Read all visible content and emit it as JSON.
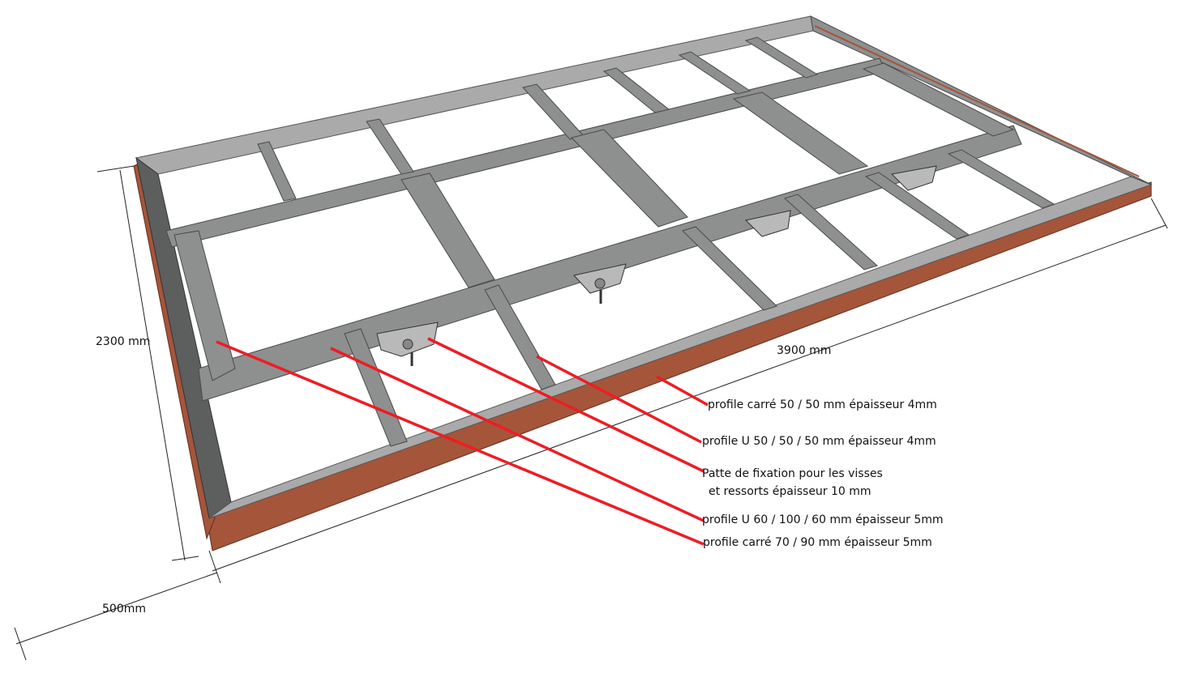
{
  "dimensions": {
    "width": "2300 mm",
    "length": "3900 mm",
    "height": "500mm"
  },
  "annotations": [
    {
      "text": "profile carré 50 / 50 mm épaisseur 4mm"
    },
    {
      "text": "profile U 50 / 50 / 50 mm épaisseur 4mm"
    },
    {
      "text": "Patte de fixation pour les visses",
      "text2": "et ressorts épaisseur 10 mm"
    },
    {
      "text": "profile U 60 / 100 / 60 mm épaisseur 5mm"
    },
    {
      "text": "profile carré 70 / 90 mm épaisseur 5mm"
    }
  ],
  "colors": {
    "leader": "#ee1c24",
    "steel": "#8e8f8f",
    "rust": "#a5553a"
  }
}
